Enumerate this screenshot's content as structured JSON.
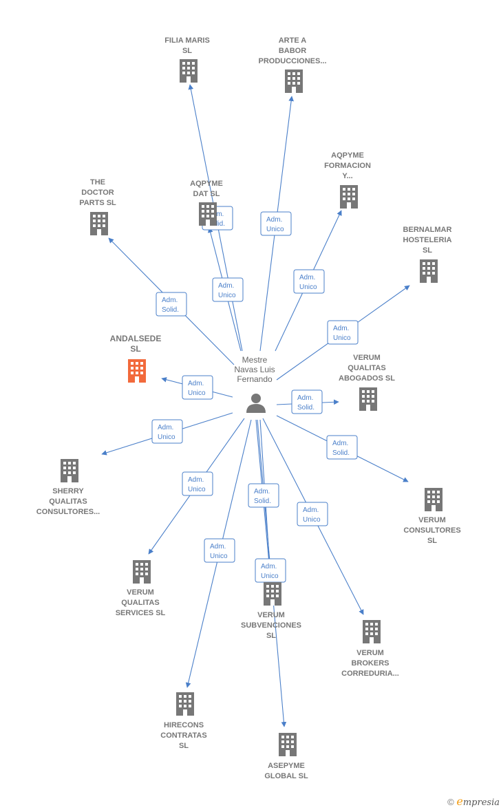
{
  "colors": {
    "edge": "#4a7fc9",
    "company": "#777777",
    "highlight": "#f26a3c",
    "person": "#777777"
  },
  "center": {
    "label": [
      "Mestre",
      "Navas Luis",
      "Fernando"
    ],
    "icon": "person-icon"
  },
  "companies": [
    {
      "id": "filia-maris",
      "label": [
        "FILIA MARIS",
        "SL"
      ]
    },
    {
      "id": "arte-a-babor",
      "label": [
        "ARTE A",
        "BABOR",
        "PRODUCCIONES..."
      ]
    },
    {
      "id": "aqpyme-formacion",
      "label": [
        "AQPYME",
        "FORMACION",
        "Y..."
      ]
    },
    {
      "id": "the-doctor-parts",
      "label": [
        "THE",
        "DOCTOR",
        "PARTS  SL"
      ]
    },
    {
      "id": "aqpyme-dat",
      "label": [
        "AQPYME",
        "DAT SL"
      ]
    },
    {
      "id": "bernalmar",
      "label": [
        "BERNALMAR",
        "HOSTELERIA",
        "SL"
      ]
    },
    {
      "id": "andalsede",
      "label": [
        "ANDALSEDE",
        "SL"
      ],
      "highlight": true
    },
    {
      "id": "verum-qualitas-abogados",
      "label": [
        "VERUM",
        "QUALITAS",
        "ABOGADOS  SL"
      ]
    },
    {
      "id": "sherry-qualitas",
      "label": [
        "SHERRY",
        "QUALITAS",
        "CONSULTORES..."
      ]
    },
    {
      "id": "verum-consultores",
      "label": [
        "VERUM",
        "CONSULTORES",
        "SL"
      ]
    },
    {
      "id": "verum-qualitas-services",
      "label": [
        "VERUM",
        "QUALITAS",
        "SERVICES  SL"
      ]
    },
    {
      "id": "verum-subvenciones",
      "label": [
        "VERUM",
        "SUBVENCIONES",
        "SL"
      ]
    },
    {
      "id": "verum-brokers",
      "label": [
        "VERUM",
        "BROKERS",
        "CORREDURIA..."
      ]
    },
    {
      "id": "hirecons",
      "label": [
        "HIRECONS",
        "CONTRATAS",
        "SL"
      ]
    },
    {
      "id": "asepyme",
      "label": [
        "ASEPYME",
        "GLOBAL SL"
      ]
    }
  ],
  "edges": [
    {
      "to": "filia-maris",
      "label": [
        "Adm.",
        "Unico"
      ]
    },
    {
      "to": "arte-a-babor",
      "label": [
        "Adm.",
        "Unico"
      ]
    },
    {
      "to": "aqpyme-formacion",
      "label": [
        "Adm.",
        "Unico"
      ]
    },
    {
      "to": "the-doctor-parts",
      "label": [
        "Adm.",
        "Solid."
      ]
    },
    {
      "to": "aqpyme-dat",
      "label": [
        "Adm.",
        "Solid."
      ]
    },
    {
      "to": "bernalmar",
      "label": [
        "Adm.",
        "Unico"
      ]
    },
    {
      "to": "andalsede",
      "label": [
        "Adm.",
        "Unico"
      ]
    },
    {
      "to": "verum-qualitas-abogados",
      "label": [
        "Adm.",
        "Solid."
      ]
    },
    {
      "to": "sherry-qualitas",
      "label": [
        "Adm.",
        "Unico"
      ]
    },
    {
      "to": "verum-consultores",
      "label": [
        "Adm.",
        "Solid."
      ]
    },
    {
      "to": "verum-qualitas-services",
      "label": [
        "Adm.",
        "Unico"
      ]
    },
    {
      "to": "verum-subvenciones",
      "label": [
        "Adm.",
        "Solid."
      ]
    },
    {
      "to": "verum-brokers",
      "label": [
        "Adm.",
        "Unico"
      ]
    },
    {
      "to": "hirecons",
      "label": [
        "Adm.",
        "Unico"
      ]
    },
    {
      "to": "asepyme",
      "label": [
        "Adm.",
        "Unico"
      ]
    },
    {
      "to": "verum-subvenciones",
      "label": [
        "Adm.",
        "Unico"
      ]
    }
  ],
  "credit": {
    "symbol": "©",
    "brand_initial": "e",
    "brand_rest": "mpresia"
  }
}
